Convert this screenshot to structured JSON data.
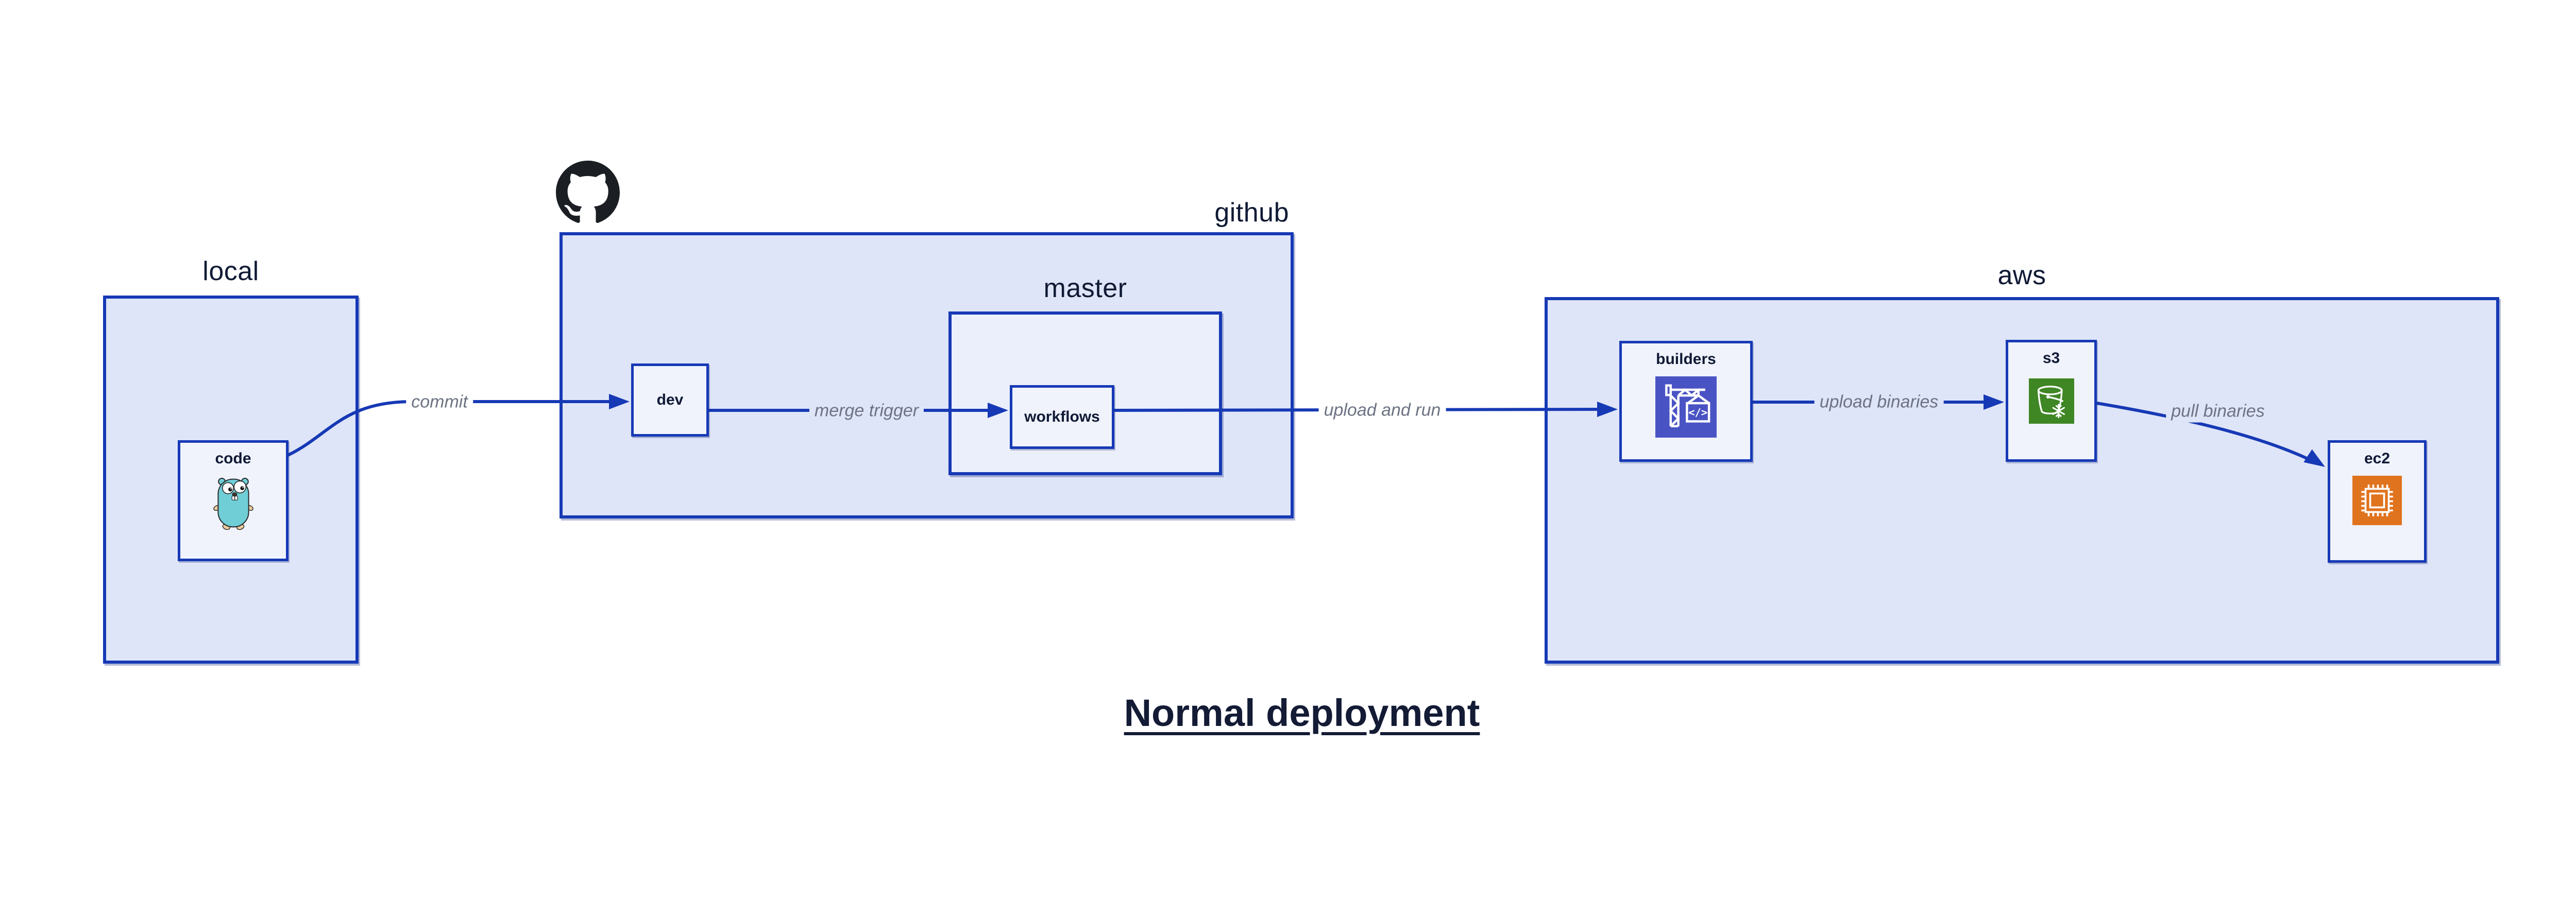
{
  "title": {
    "text": "Normal deployment"
  },
  "containers": {
    "local": {
      "label": "local"
    },
    "github": {
      "label": "github"
    },
    "master": {
      "label": "master"
    },
    "aws": {
      "label": "aws"
    }
  },
  "nodes": {
    "code": {
      "label": "code",
      "icon": "go-gopher-icon"
    },
    "dev": {
      "label": "dev"
    },
    "workflows": {
      "label": "workflows"
    },
    "builders": {
      "label": "builders",
      "icon": "aws-codebuild-crane-icon",
      "icon_glyph": "</>"
    },
    "s3": {
      "label": "s3",
      "icon": "aws-s3-glacier-bucket-icon"
    },
    "ec2": {
      "label": "ec2",
      "icon": "aws-ec2-chip-icon"
    }
  },
  "edges": {
    "commit": {
      "label": "commit",
      "from": "code",
      "to": "dev"
    },
    "merge_trigger": {
      "label": "merge trigger",
      "from": "dev",
      "to": "workflows"
    },
    "upload_and_run": {
      "label": "upload and run",
      "from": "workflows",
      "to": "builders"
    },
    "upload_binaries": {
      "label": "upload binaries",
      "from": "builders",
      "to": "s3"
    },
    "pull_binaries": {
      "label": "pull binaries",
      "from": "s3",
      "to": "ec2"
    }
  },
  "decorations": {
    "github_logo": "github-octocat-icon"
  },
  "colors": {
    "line_blue": "#1639b5",
    "outer_fill": "#dfe5f8",
    "master_fill": "#ebeffb",
    "node_fill": "#f0f3fc",
    "text_navy": "#101a35",
    "edge_label_gray": "#6d7383",
    "octocat_black": "#1b1f23",
    "gopher_teal": "#6fced6",
    "gopher_tan": "#eccb9e",
    "codebuild_indigo": "#4a53c4",
    "s3_green": "#3f8624",
    "ec2_orange": "#e0731d",
    "canvas_bg": "#ffffff"
  }
}
